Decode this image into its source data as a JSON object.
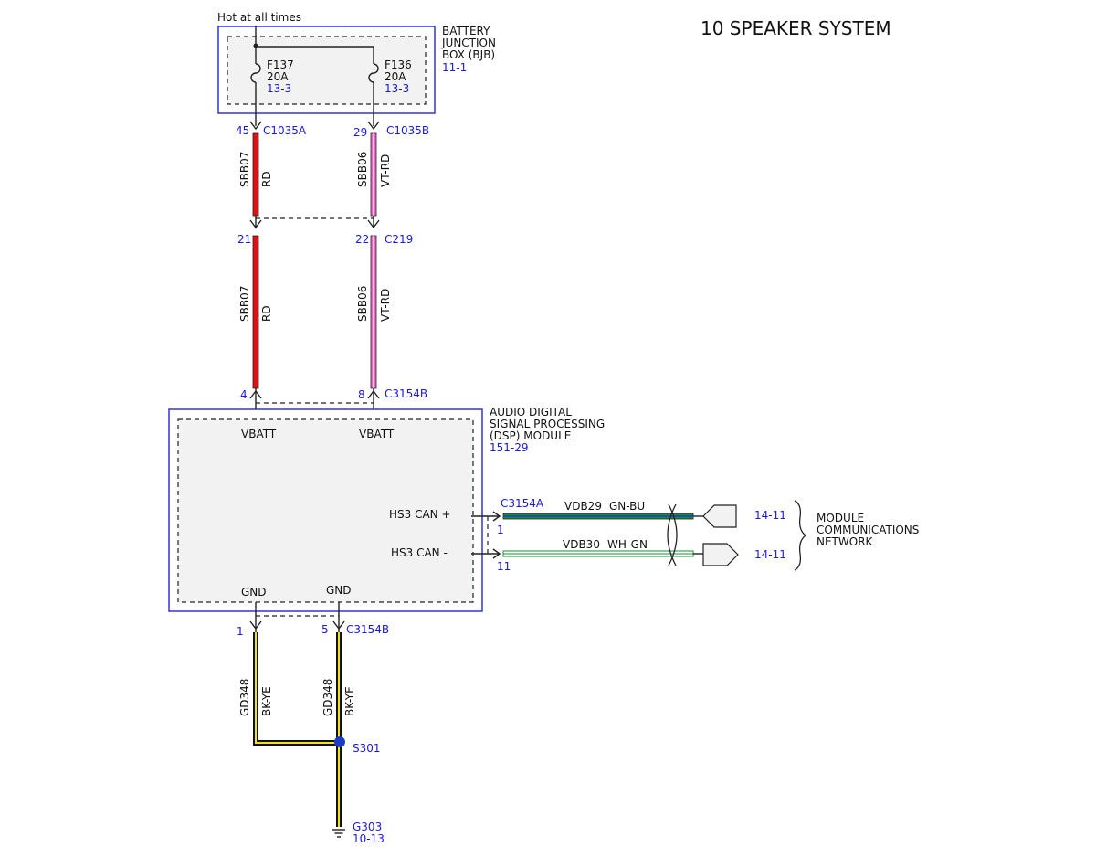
{
  "title": "10 SPEAKER SYSTEM",
  "supply_label": "Hot at all times",
  "bjb": {
    "name_lines": [
      "BATTERY",
      "JUNCTION",
      "BOX (BJB)"
    ],
    "ref": "11-1",
    "fuses": [
      {
        "id": "F137",
        "rating": "20A",
        "ref": "13-3"
      },
      {
        "id": "F136",
        "rating": "20A",
        "ref": "13-3"
      }
    ]
  },
  "connectors": {
    "c1035a": {
      "name": "C1035A",
      "pin": "45"
    },
    "c1035b": {
      "name": "C1035B",
      "pin": "29"
    },
    "c219": {
      "name": "C219",
      "pins": [
        "21",
        "22"
      ]
    },
    "c3154b_top": {
      "name": "C3154B",
      "pins": [
        "4",
        "8"
      ]
    },
    "c3154a": {
      "name": "C3154A",
      "pins": [
        "1",
        "11"
      ]
    },
    "c3154b_bottom": {
      "name": "C3154B",
      "pins": [
        "1",
        "5"
      ]
    }
  },
  "wires": {
    "sbb07": {
      "circuit": "SBB07",
      "color": "RD"
    },
    "sbb06": {
      "circuit": "SBB06",
      "color": "VT-RD"
    },
    "vdb29": {
      "circuit": "VDB29",
      "color": "GN-BU"
    },
    "vdb30": {
      "circuit": "VDB30",
      "color": "WH-GN"
    },
    "gd348": {
      "circuit": "GD348",
      "color": "BK-YE"
    }
  },
  "module": {
    "name_lines": [
      "AUDIO DIGITAL",
      "SIGNAL PROCESSING",
      "(DSP) MODULE"
    ],
    "ref": "151-29",
    "pins": {
      "vbatt": "VBATT",
      "hs3_can_plus": "HS3 CAN +",
      "hs3_can_minus": "HS3 CAN -",
      "gnd": "GND"
    }
  },
  "network": {
    "refs": [
      "14-11",
      "14-11"
    ],
    "name_lines": [
      "MODULE",
      "COMMUNICATIONS",
      "NETWORK"
    ]
  },
  "splice": {
    "name": "S301"
  },
  "ground": {
    "name": "G303",
    "ref": "10-13"
  },
  "colors": {
    "red": "#e01010",
    "violet_red": "#e868c8",
    "green": "#1a8c3a",
    "blue": "#1a3cc8",
    "black": "#111111",
    "yellow": "#f2e21a",
    "box_border": "#2424d0",
    "module_fill": "#f2f2f2",
    "ref_text": "#1a1adc"
  }
}
